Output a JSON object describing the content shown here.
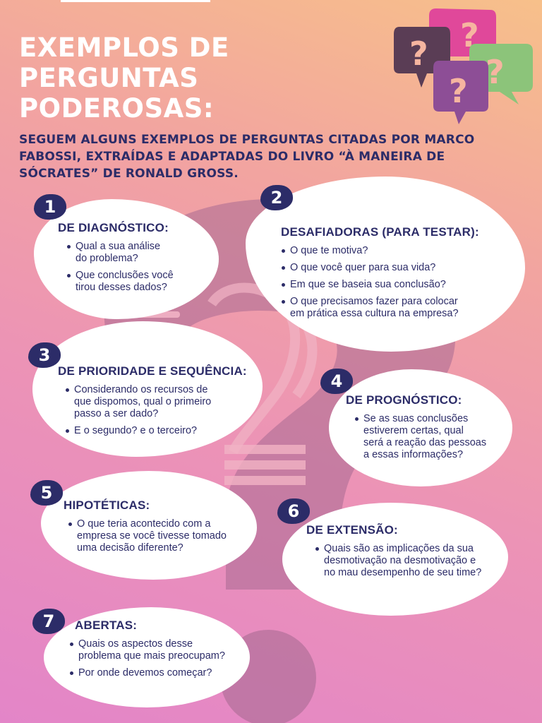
{
  "header": {
    "title": "EXEMPLOS DE PERGUNTAS\nPODEROSAS:",
    "intro": "SEGUEM ALGUNS EXEMPLOS DE PERGUNTAS CITADAS POR MARCO FABOSSI, EXTRAÍDAS E ADAPTADAS DO LIVRO “À MANEIRA DE SÓCRATES” DE RONALD GROSS."
  },
  "decor": {
    "question_glyph": "?"
  },
  "sections": [
    {
      "number": "1",
      "heading": "DE DIAGNÓSTICO:",
      "items": [
        "Qual a sua análise\ndo problema?",
        "Que conclusões você\ntirou desses dados?"
      ]
    },
    {
      "number": "2",
      "heading": "DESAFIADORAS (PARA TESTAR):",
      "items": [
        "O que te motiva?",
        "O que  você quer para sua vida?",
        "Em que se baseia sua conclusão?",
        "O que precisamos fazer para colocar\nem prática essa cultura na empresa?"
      ]
    },
    {
      "number": "3",
      "heading": "DE PRIORIDADE E SEQUÊNCIA:",
      "items": [
        "Considerando os recursos de\nque dispomos, qual o primeiro\npasso a ser dado?",
        "E o segundo? e o terceiro?"
      ]
    },
    {
      "number": "4",
      "heading": "DE PROGNÓSTICO:",
      "items": [
        "Se as suas conclusões\nestiverem certas, qual\nserá a reação das pessoas\na essas informações?"
      ]
    },
    {
      "number": "5",
      "heading": "HIPOTÉTICAS:",
      "items": [
        "O que teria acontecido com a\nempresa se você tivesse tomado\numa decisão diferente?"
      ]
    },
    {
      "number": "6",
      "heading": "DE EXTENSÃO:",
      "items": [
        "Quais são as implicações da sua\ndesmotivação na desmotivação e\nno mau desempenho de seu time?"
      ]
    },
    {
      "number": "7",
      "heading": "ABERTAS:",
      "items": [
        "Quais os aspectos desse\nproblema que mais preocupam?",
        "Por onde devemos começar?"
      ]
    }
  ],
  "colors": {
    "navy": "#2c2c68",
    "bubble_dark": "#5a3d55",
    "bubble_magenta": "#e0489a",
    "bubble_green": "#8cc47a",
    "bubble_purple": "#8d4e96"
  }
}
